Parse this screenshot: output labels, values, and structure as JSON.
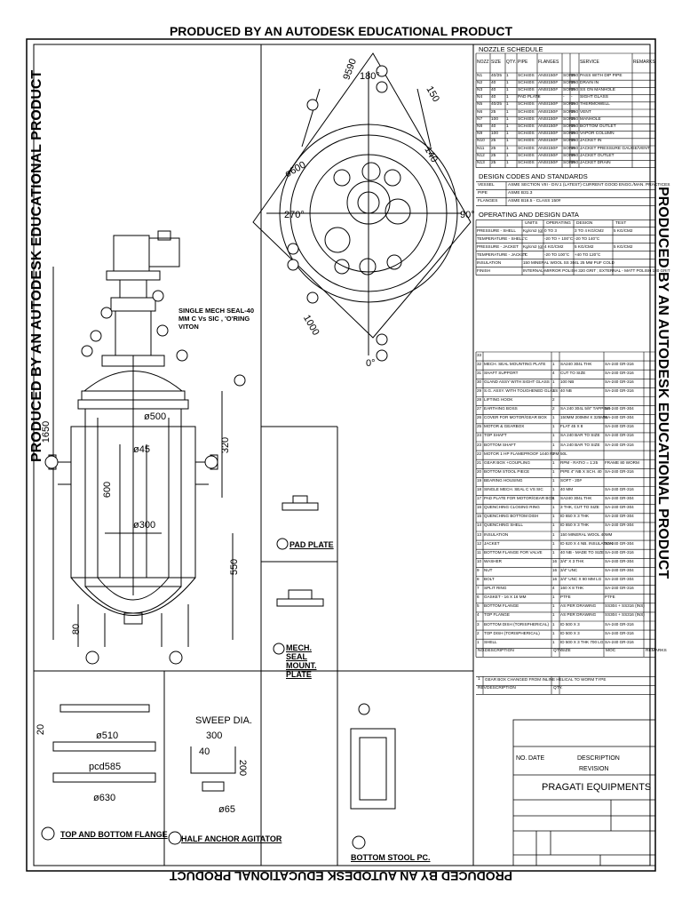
{
  "watermark": "PRODUCED BY AN AUTODESK EDUCATIONAL PRODUCT",
  "nozzle_schedule": {
    "title": "NOZZLE SCHEDULE",
    "headers": [
      "NOZZ NO",
      "SIZE NB",
      "QTY.",
      "PIPE SCH./THK",
      "FLANGES RATING",
      "TYPE",
      "PROJ",
      "SERVICE",
      "REMARKS"
    ],
    "rows": [
      [
        "N1",
        "40/25",
        "1",
        "SCH40S",
        "ANSI150#",
        "SORF",
        "150",
        "PASS WITH DIP PIPE",
        ""
      ],
      [
        "N2",
        "40",
        "1",
        "SCH40S",
        "ANSI150#",
        "SORF",
        "150",
        "DRAIN IN",
        ""
      ],
      [
        "N3",
        "40",
        "1",
        "SCH40S",
        "ANSI150#",
        "SORF",
        "150",
        "SS ON MANHOLE",
        ""
      ],
      [
        "N4",
        "40",
        "1",
        "PAD PLATE",
        "-",
        "-",
        "-",
        "SIGHT GLASS",
        ""
      ],
      [
        "N5",
        "40/25",
        "1",
        "SCH40S",
        "ANSI150#",
        "SORF",
        "150",
        "THERMOWELL",
        ""
      ],
      [
        "N6",
        "25",
        "1",
        "SCH40S",
        "ANSI150#",
        "SORF",
        "150",
        "VENT",
        ""
      ],
      [
        "N7",
        "100",
        "1",
        "SCH40S",
        "ANSI150#",
        "SORF",
        "150",
        "MANHOLE",
        ""
      ],
      [
        "N8",
        "40",
        "1",
        "SCH40S",
        "ANSI150#",
        "SORF",
        "150",
        "BOTTOM OUTLET",
        ""
      ],
      [
        "N9",
        "100",
        "1",
        "SCH40S",
        "ANSI150#",
        "SORF",
        "150",
        "VAPOR COLUMN",
        ""
      ],
      [
        "N10",
        "25",
        "1",
        "SCH40S",
        "ANSI150#",
        "SORF",
        "150",
        "JACKET IN",
        ""
      ],
      [
        "N11",
        "25",
        "1",
        "SCH40S",
        "ANSI150#",
        "SORF",
        "150",
        "JACKET PRESSURE GAUGE/VENT",
        ""
      ],
      [
        "N12",
        "25",
        "1",
        "SCH40S",
        "ANSI150#",
        "SORF",
        "150",
        "JACKET OUTLET",
        ""
      ],
      [
        "N13",
        "25",
        "1",
        "SCH40S",
        "ANSI150#",
        "SORF",
        "150",
        "JACKET DRAIN",
        ""
      ]
    ]
  },
  "design_codes": {
    "title": "DESIGN CODES AND STANDARDS",
    "rows": [
      [
        "VESSEL",
        "ASME SECTION VIII - DIV.1 (LATEST) CURRENT GOOD ENGG./MAN. PRACTICES"
      ],
      [
        "PIPE",
        "ASME B31.3"
      ],
      [
        "FLANGES",
        "ASME B16.5 - CLASS 150#"
      ]
    ]
  },
  "operating_data": {
    "title": "OPERATING AND DESIGN DATA",
    "headers": [
      "",
      "UNITS",
      "OPERATING",
      "DESIGN",
      "TEST"
    ],
    "rows": [
      [
        "PRESSURE - SHELL",
        "Kg/cm2 (g)",
        "0 TO 3",
        "3 TO 4 KG/CM2",
        "5 KG/CM2"
      ],
      [
        "TEMPERATURE - SHELL",
        "°C",
        "-20 TO + 100°C",
        "-20 TO 140°C",
        ""
      ],
      [
        "PRESSURE - JACKET",
        "Kg/cm2 (g)",
        "4 KG/CM2",
        "5 KG/CM2",
        "5 KG/CM2"
      ],
      [
        "TEMPERATURE - JACKET",
        "°C",
        "-20 TO 100°C",
        "+40 TO 120°C",
        ""
      ],
      [
        "INSULATION",
        "150 MINERAL WOOL SS 304L 25 MM PUF COLD",
        ""
      ],
      [
        "FINISH",
        "INTERNAL-MIRROR POLISH 320 GRIT ; EXTERNAL - MATT POLISH 180 GRIT",
        ""
      ]
    ]
  },
  "bom": {
    "rows": [
      [
        "33",
        "",
        "",
        "",
        ""
      ],
      [
        "32",
        "MECH. SEAL MOUNTING PLATE",
        "1",
        "SA240 304L THK",
        "SA-240 GR-316"
      ],
      [
        "31",
        "SHAFT SUPPORT",
        "4",
        "CUT TO SIZE",
        "SA-240 GR-316"
      ],
      [
        "30",
        "GLAND ASSY WITH SIGHT GLASS",
        "1",
        "100 NB",
        "SA-240 GR-316"
      ],
      [
        "29",
        "S.G. ASSY. WITH TOUGHENED GLASS",
        "1",
        "40 NB",
        "SA-240 GR-316"
      ],
      [
        "28",
        "LIFTING HOOK",
        "2",
        "",
        ""
      ],
      [
        "27",
        "EARTHING BOSS",
        "2",
        "SA 240 304L 5/8\" TAPPING",
        "SA-240 GR-304"
      ],
      [
        "26",
        "COVER FOR MOTOR/GEAR BOX",
        "1",
        "150MM 200MM X 325MM",
        "SA-240 GR-304"
      ],
      [
        "25",
        "MOTOR & GEARBOX",
        "1",
        "FLAT 45 X 8",
        "SA-240 GR-316"
      ],
      [
        "24",
        "TOP SHAFT",
        "1",
        "SA 240 BAR TO SIZE",
        "SA-240 GR-316"
      ],
      [
        "23",
        "BOTTOM SHAFT",
        "1",
        "SA 240 BAR TO SIZE",
        "SA-240 GR-316"
      ],
      [
        "22",
        "MOTOR 1 HP FLAMEPROOF 1440 RPM",
        "1",
        "50L",
        ""
      ],
      [
        "21",
        "GEAR BOX +COUPLING",
        "1",
        "RPM - RATIO = 1:25",
        "FRAME 80 WORM"
      ],
      [
        "20",
        "BOTTOM STOOL PIECE",
        "1",
        "PIPE 4\" NB X SCH. 40",
        "SA-240 GR-316"
      ],
      [
        "19",
        "BEARING HOUSING",
        "1",
        "SOFT - 20#",
        ""
      ],
      [
        "18",
        "SINGLE MECH. SEAL C VS SIC",
        "1",
        "40 MM",
        "SA-240 GR-316"
      ],
      [
        "17",
        "PAD PLATE FOR MOTOR/GEAR BOX",
        "1",
        "SA240 304L THK",
        "SA-240 GR-304"
      ],
      [
        "16",
        "QUENCHING CLOSING RING",
        "1",
        "3 THK, CUT TO SIZE",
        "SA-240 GR-304"
      ],
      [
        "15",
        "QUENCHING BOTTOM DISH",
        "1",
        "ID 650 X 3 THK",
        "SA-240 GR-304"
      ],
      [
        "14",
        "QUENCHING SHELL",
        "1",
        "ID 650 X 3 THK",
        "SA-240 GR-304"
      ],
      [
        "13",
        "INSULATION",
        "1",
        "150 MINERAL WOOL 40MM",
        ""
      ],
      [
        "12",
        "JACKET",
        "1",
        "ID 620 X 4 NB. INSULATION",
        "SA-240 GR-304"
      ],
      [
        "11",
        "BOTTOM FLANGE FOR VALVE",
        "1",
        "40 NB - MADE TO SIZE",
        "SA-240 GR-316"
      ],
      [
        "10",
        "WASHER",
        "16",
        "3/4\" X 3 THK",
        "SA-240 GR-304"
      ],
      [
        "9",
        "NUT",
        "16",
        "3/4\" UNC",
        "SA-240 GR-304"
      ],
      [
        "8",
        "BOLT",
        "16",
        "3/4\" UNC X 80 MM LG",
        "SA-240 GR-304"
      ],
      [
        "7",
        "SPLIT RING",
        "4",
        "160 X 8 THK",
        "SA-240 GR-316"
      ],
      [
        "6",
        "GASKET - 16 X 16 MM",
        "1",
        "PTFE",
        "PTFE"
      ],
      [
        "5",
        "BOTTOM FLANGE",
        "1",
        "AS PER DRAWING",
        "SS304 + SS316 (INS)"
      ],
      [
        "4",
        "TOP FLANGE",
        "1",
        "AS PER DRAWING",
        "SS304 + SS316 (INS)"
      ],
      [
        "3",
        "BOTTOM DISH (TORISPHERICAL)",
        "1",
        "ID 500 X 3",
        "SA-240 GR-316"
      ],
      [
        "2",
        "TOP DISH (TORISPHERICAL)",
        "1",
        "ID 500 X 3",
        "SA-240 GR-316"
      ],
      [
        "1",
        "SHELL",
        "1",
        "ID 500 X 3 THK 700 LG",
        "SA-240 GR-316"
      ]
    ],
    "footer": [
      "NO.",
      "DESCRIPTION",
      "QTY.",
      "SIZE",
      "MOC",
      "REMARKS"
    ],
    "rev_row": [
      "REV",
      "DESCRIPTION",
      "QTY."
    ],
    "rev_note": "GEAR BOX CHANGED FROM INLINE HELICAL TO WORM TYPE"
  },
  "title_block": {
    "company": "PRAGATI EQUIPMENTS",
    "revision": "REVISION",
    "description": "DESCRIPTION",
    "no": "NO.",
    "date": "DATE"
  },
  "labels": {
    "seal_note": "SINGLE MECH SEAL-40 MM C Vs SIC , 'O'RING VITON",
    "pad_plate": "PAD PLATE",
    "mech_seal_plate": "MECH. SEAL MOUNT. PLATE",
    "top_bottom_flange": "TOP AND BOTTOM FLANGE",
    "half_anchor": "HALF ANCHOR AGITATOR",
    "bottom_stool": "BOTTOM STOOL PC.",
    "sweep_dia": "SWEEP DIA.",
    "sweep_val": "300",
    "dims": {
      "d500": "ø500",
      "d45": "ø45",
      "d300": "ø300",
      "d1650": "1650",
      "d320": "320",
      "d600": "600",
      "d550": "550",
      "d80": "80",
      "d510": "ø510",
      "pcd585": "pcd585",
      "d630": "ø630",
      "d20": "20",
      "d40": "40",
      "d200": "200",
      "d65": "ø65",
      "d600p": "ø600",
      "d1000": "1000",
      "d150": "150",
      "d140": "140",
      "d180": "180°",
      "d270": "270°",
      "d90": "90°",
      "d0": "0°",
      "d9590": "9590"
    }
  }
}
